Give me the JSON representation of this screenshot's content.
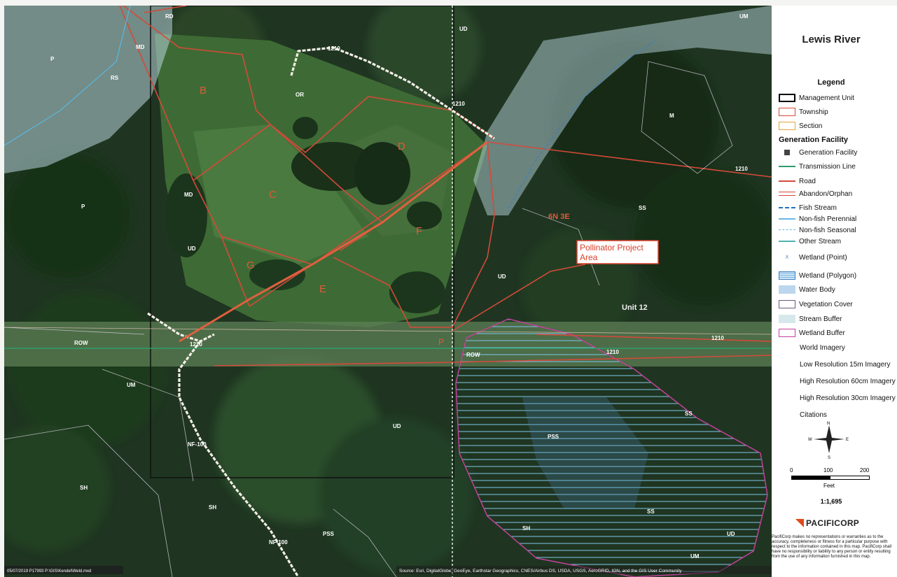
{
  "map": {
    "parcels": [
      "B",
      "C",
      "D",
      "E",
      "F",
      "G",
      "P"
    ],
    "township_label": "6N 3E",
    "unit_label": "Unit 12",
    "callout": "Pollinator Project Area",
    "roads": [
      "1210",
      "1210",
      "1210",
      "1210",
      "1210",
      "1210",
      "NF-100",
      "NF-100"
    ],
    "row_labels": [
      "ROW",
      "ROW"
    ],
    "veg_codes": [
      "MD",
      "RD",
      "P",
      "RS",
      "OR",
      "UD",
      "MD",
      "UD",
      "SS",
      "M",
      "UM",
      "UD",
      "P",
      "SH",
      "UM",
      "SH",
      "PSS",
      "PSS",
      "SS",
      "UD",
      "UM",
      "UD",
      "SS"
    ],
    "footer_left": "05/07/2019  P17993  P:\\GIS\\Kendel\\Weld.mxd",
    "source_text": "Source: Esri, DigitalGlobe, GeoEye, Earthstar Geographics, CNES/Airbus DS, USDA, USGS, AeroGRID, IGN, and the GIS User Community"
  },
  "legend": {
    "title": "Lewis River",
    "heading": "Legend",
    "items_a": [
      {
        "label": "Management Unit",
        "symbol": "box-black"
      },
      {
        "label": "Township",
        "symbol": "box-red"
      },
      {
        "label": "Section",
        "symbol": "box-orange"
      }
    ],
    "group_title": "Generation Facility",
    "items_b": [
      {
        "label": "Generation Facility",
        "symbol": "square-dark"
      },
      {
        "label": "Transmission Line",
        "symbol": "line-green"
      },
      {
        "label": "Road",
        "symbol": "line-red"
      },
      {
        "label": "Abandon/Orphan",
        "symbol": "line-red-double"
      },
      {
        "label": "Fish Stream",
        "symbol": "dash-blue"
      },
      {
        "label": "Non-fish Perennial",
        "symbol": "line-lightblue"
      },
      {
        "label": "Non-fish Seasonal",
        "symbol": "dash-lightblue"
      },
      {
        "label": "Other Stream",
        "symbol": "line-teal"
      },
      {
        "label": "Wetland (Point)",
        "symbol": "wetland-point"
      },
      {
        "label": "Wetland (Polygon)",
        "symbol": "wetland-poly"
      },
      {
        "label": "Water Body",
        "symbol": "fill-blue"
      },
      {
        "label": "Vegetation Cover",
        "symbol": "box-purple"
      },
      {
        "label": "Stream Buffer",
        "symbol": "fill-lightblue"
      },
      {
        "label": "Wetland Buffer",
        "symbol": "box-magenta"
      }
    ],
    "imagery": [
      "World Imagery",
      "Low Resolution 15m Imagery",
      "High Resolution 60cm Imagery",
      "High Resolution 30cm Imagery",
      "Citations"
    ],
    "compass": {
      "n": "N",
      "s": "S",
      "e": "E",
      "w": "W"
    },
    "scale": {
      "ticks": [
        "0",
        "100",
        "200"
      ],
      "unit": "Feet",
      "ratio": "1:1,695"
    },
    "brand": "PACIFICORP",
    "disclaimer": "PacifiCorp makes no representations or warranties as to the accuracy, completeness or fitness for a particular purpose with respect to the information contained in this map. PacifiCorp shall have no responsibility or liability to any person or entity resulting from the use of any information furnished in this map.",
    "colors": {
      "township": "#d44a3a",
      "section": "#e0a53a",
      "transmission": "#2e9e6b",
      "wetland_buffer": "#c2409a",
      "water": "#bcd6ee"
    }
  }
}
